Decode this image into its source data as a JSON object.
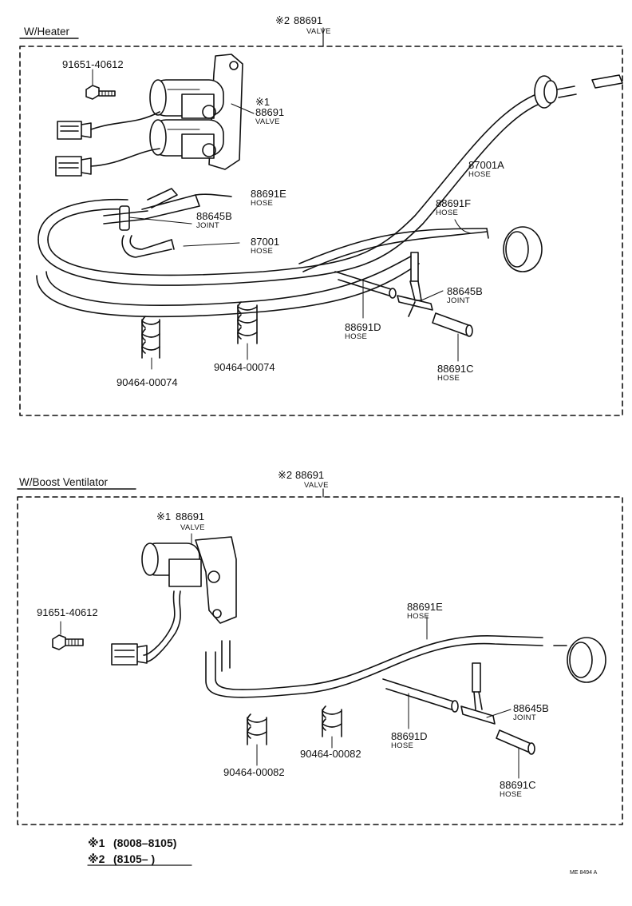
{
  "sections": [
    {
      "heading": "W/Heater",
      "callouts": [
        {
          "mark": "※2",
          "part": "88691",
          "name": "VALVE"
        },
        {
          "part": "91651-40612"
        },
        {
          "mark": "※1",
          "part": "88691",
          "name": "VALVE"
        },
        {
          "part": "87001A",
          "name": "HOSE"
        },
        {
          "part": "88691E",
          "name": "HOSE"
        },
        {
          "part": "88645B",
          "name": "JOINT"
        },
        {
          "part": "88691F",
          "name": "HOSE"
        },
        {
          "part": "87001",
          "name": "HOSE"
        },
        {
          "part": "88645B",
          "name": "JOINT"
        },
        {
          "part": "88691D",
          "name": "HOSE"
        },
        {
          "part": "88691C",
          "name": "HOSE"
        },
        {
          "part": "90464-00074"
        },
        {
          "part": "90464-00074"
        }
      ]
    },
    {
      "heading": "W/Boost Ventilator",
      "callouts": [
        {
          "mark": "※2",
          "part": "88691",
          "name": "VALVE"
        },
        {
          "mark": "※1",
          "part": "88691",
          "name": "VALVE"
        },
        {
          "part": "91651-40612"
        },
        {
          "part": "88691E",
          "name": "HOSE"
        },
        {
          "part": "88645B",
          "name": "JOINT"
        },
        {
          "part": "88691D",
          "name": "HOSE"
        },
        {
          "part": "88691C",
          "name": "HOSE"
        },
        {
          "part": "90464-00082"
        },
        {
          "part": "90464-00082"
        }
      ]
    }
  ],
  "notes": [
    {
      "mark": "※1",
      "range": "(8008–8105)"
    },
    {
      "mark": "※2",
      "range": "(8105–      )"
    }
  ],
  "code": "ME  8494  A"
}
